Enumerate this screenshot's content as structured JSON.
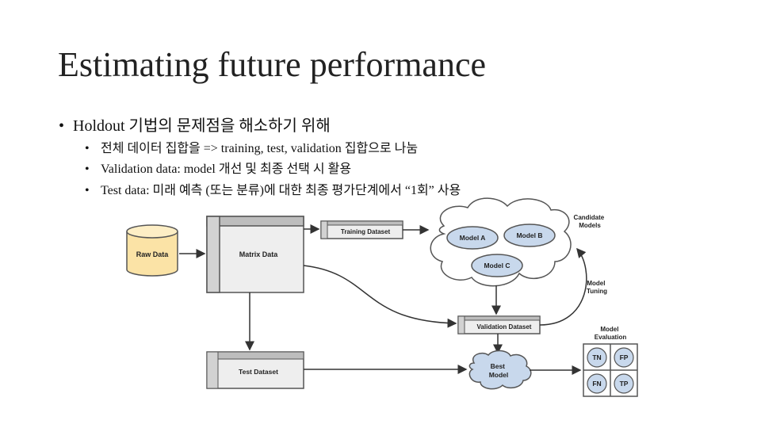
{
  "slide": {
    "title": "Estimating future performance",
    "bullets": {
      "main": "Holdout 기법의 문제점을 해소하기 위해",
      "subs": [
        "전체 데이터 집합을 => training, test, validation 집합으로 나눔",
        "Validation data: model 개선 및 최종 선택 시 활용",
        "Test data: 미래 예측 (또는 분류)에 대한 최종 평가단계에서 “1회” 사용"
      ]
    }
  },
  "diagram": {
    "raw_data": "Raw Data",
    "matrix_data": "Matrix Data",
    "training_dataset": "Training Dataset",
    "validation_dataset": "Validation Dataset",
    "test_dataset": "Test Dataset",
    "candidate_models": [
      "Candidate",
      "Models"
    ],
    "model_a": "Model A",
    "model_b": "Model B",
    "model_c": "Model C",
    "model_tuning": [
      "Model",
      "Tuning"
    ],
    "best_model": [
      "Best",
      "Model"
    ],
    "model_evaluation": [
      "Model",
      "Evaluation"
    ],
    "confusion": [
      "TN",
      "FP",
      "FN",
      "TP"
    ]
  }
}
